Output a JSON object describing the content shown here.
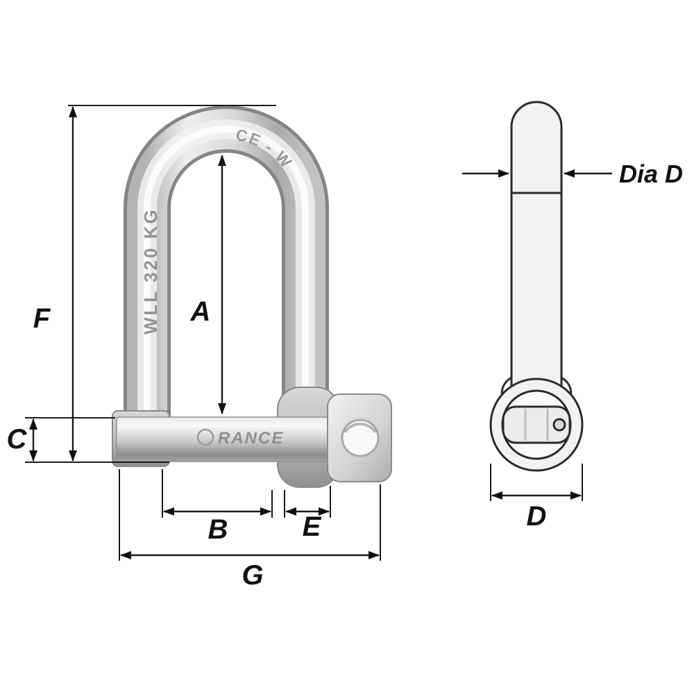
{
  "page": {
    "background": "#ffffff"
  },
  "front_view": {
    "engraving_wll": "WLL 320 KG",
    "engraving_ce": "CE - W",
    "engraving_brand": "RANCE"
  },
  "dimensions": {
    "F": "F",
    "A": "A",
    "C": "C",
    "B": "B",
    "E": "E",
    "G": "G",
    "dia_d": "Dia D",
    "D": "D"
  },
  "colors": {
    "outline": "#2b2b2b",
    "dimension_line": "#1a1a1a",
    "metal_light": "#f4f4f4",
    "metal_mid": "#cfcfcf",
    "metal_dark": "#8a8a8a",
    "engraving": "#949494",
    "side_view_fill": "#f2f2f2",
    "background": "#ffffff"
  }
}
